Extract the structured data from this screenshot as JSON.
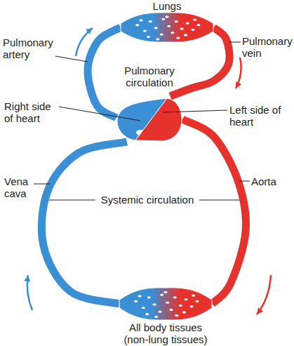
{
  "diagram": {
    "nodes": [
      {
        "text": [
          "Lungs"
        ]
      },
      {
        "text": [
          "Right side of heart"
        ]
      },
      {
        "text": [
          "Left side of heart"
        ]
      },
      {
        "text": [
          "All body tissues (non-lung tissues)"
        ]
      }
    ],
    "edges": [
      {
        "from": 1,
        "to": 0,
        "arrow": "to",
        "label": "Pulmonary artery"
      },
      {
        "from": 0,
        "to": 2,
        "arrow": "to",
        "label": "Pulmonary vein"
      },
      {
        "from": 2,
        "to": 3,
        "arrow": "to",
        "label": "Aorta"
      },
      {
        "from": 3,
        "to": 1,
        "arrow": "to",
        "label": "Vena cava"
      }
    ],
    "labels": [
      "Pulmonary circulation",
      "Systemic circulation"
    ]
  }
}
